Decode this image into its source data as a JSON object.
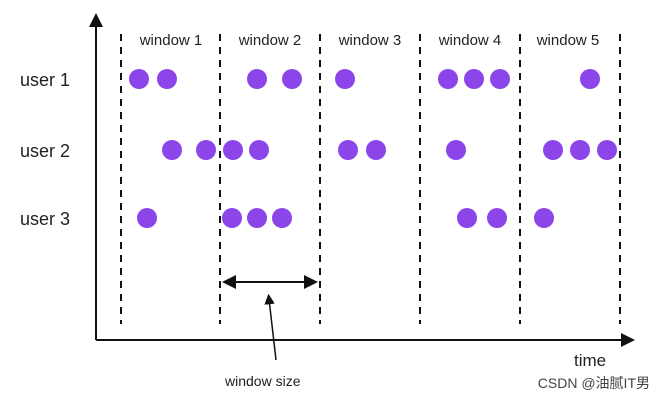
{
  "users": [
    {
      "label": "user 1",
      "events": [
        {
          "w": 1,
          "n": 2
        },
        {
          "w": 2,
          "n": 2
        },
        {
          "w": 3,
          "n": 1
        },
        {
          "w": 4,
          "n": 3
        },
        {
          "w": 5,
          "n": 1
        }
      ]
    },
    {
      "label": "user 2",
      "events": [
        {
          "w": 1,
          "n": 2
        },
        {
          "w": 2,
          "n": 2
        },
        {
          "w": 3,
          "n": 2
        },
        {
          "w": 4,
          "n": 1
        },
        {
          "w": 5,
          "n": 3
        }
      ]
    },
    {
      "label": "user 3",
      "events": [
        {
          "w": 1,
          "n": 1
        },
        {
          "w": 2,
          "n": 3
        },
        {
          "w": 4,
          "n": 2
        },
        {
          "w": 5,
          "n": 1
        }
      ]
    }
  ],
  "windows": [
    "window 1",
    "window 2",
    "window 3",
    "window 4",
    "window 5"
  ],
  "axis": {
    "x_label": "time"
  },
  "annotation": {
    "label": "window size"
  },
  "watermark": "CSDN @油腻IT男",
  "colors": {
    "event": "#8b45e8",
    "line": "#111111",
    "text": "#222222"
  }
}
